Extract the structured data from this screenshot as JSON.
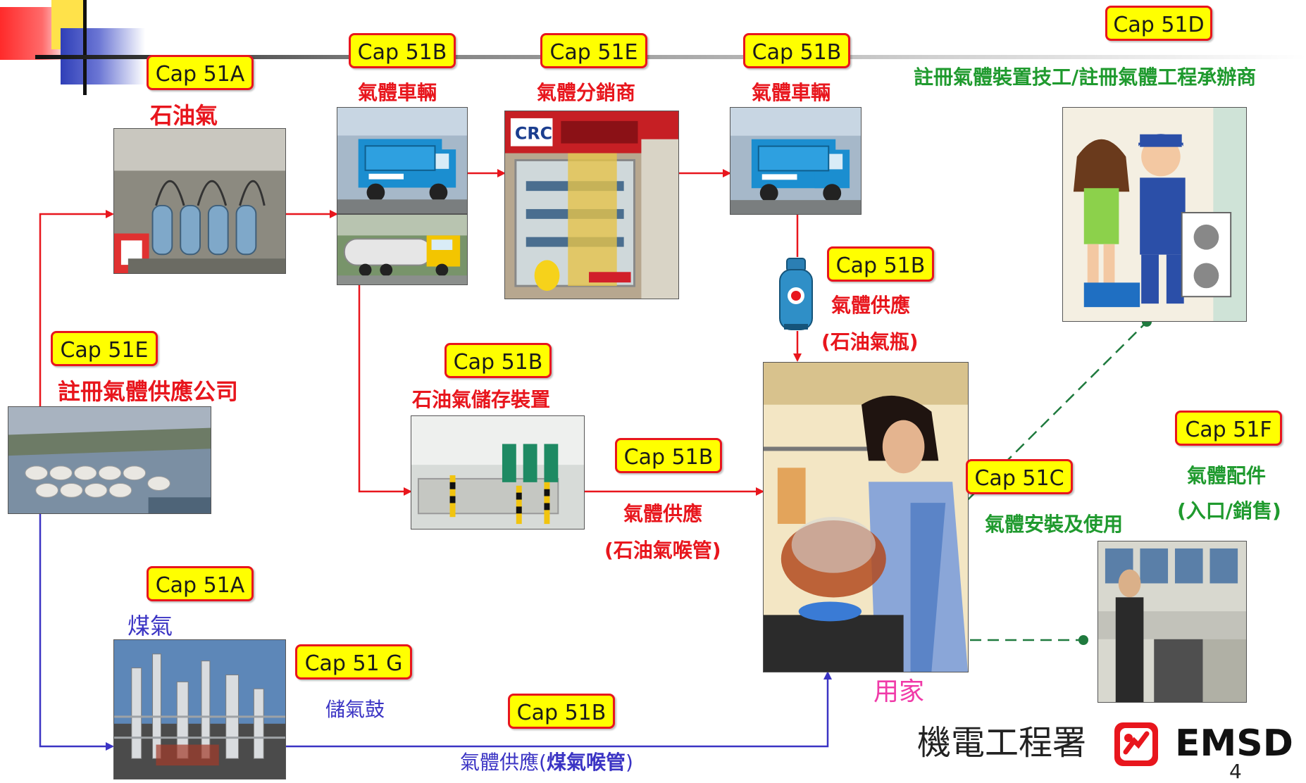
{
  "colors": {
    "red_flow": "#e8161d",
    "blue_flow": "#3b34c4",
    "green_link": "#1f7a3e",
    "cap_fill": "#ffff00",
    "cap_border": "#e8161d"
  },
  "caps": {
    "lpg_source": "Cap 51A",
    "vehicle_1": "Cap 51B",
    "distributor": "Cap 51E",
    "vehicle_2": "Cap 51B",
    "installer": "Cap 51D",
    "cylinder_supply": "Cap 51B",
    "supply_company": "Cap 51E",
    "storage": "Cap 51B",
    "pipe_supply_lpg": "Cap 51B",
    "installation_use": "Cap 51C",
    "fittings": "Cap 51F",
    "towngas_source": "Cap 51A",
    "gasholder": "Cap 51 G",
    "pipe_supply_towngas": "Cap 51B"
  },
  "labels": {
    "lpg": "石油氣",
    "vehicle_1": "氣體車輛",
    "distributor": "氣體分銷商",
    "vehicle_2": "氣體車輛",
    "installer": "註冊氣體裝置技工/註冊氣體工程承辦商",
    "cylinder_supply": "氣體供應",
    "cylinder_sub": "(石油氣瓶)",
    "supply_company": "註冊氣體供應公司",
    "storage": "石油氣儲存裝置",
    "pipe_supply_lpg": "氣體供應",
    "pipe_sub_lpg": "(石油氣喉管)",
    "installation_use": "氣體安裝及使用",
    "fittings": "氣體配件",
    "fittings_sub": "(入口/銷售)",
    "towngas": "煤氣",
    "gasholder": "儲氣鼓",
    "pipe_supply_towngas_prefix": "氣體供應(",
    "pipe_supply_towngas_bold": "煤氣喉管",
    "pipe_supply_towngas_suffix": ")",
    "user": "用家"
  },
  "footer": {
    "dept_name": "機電工程署",
    "brand": "EMSD",
    "page_number": "4"
  }
}
